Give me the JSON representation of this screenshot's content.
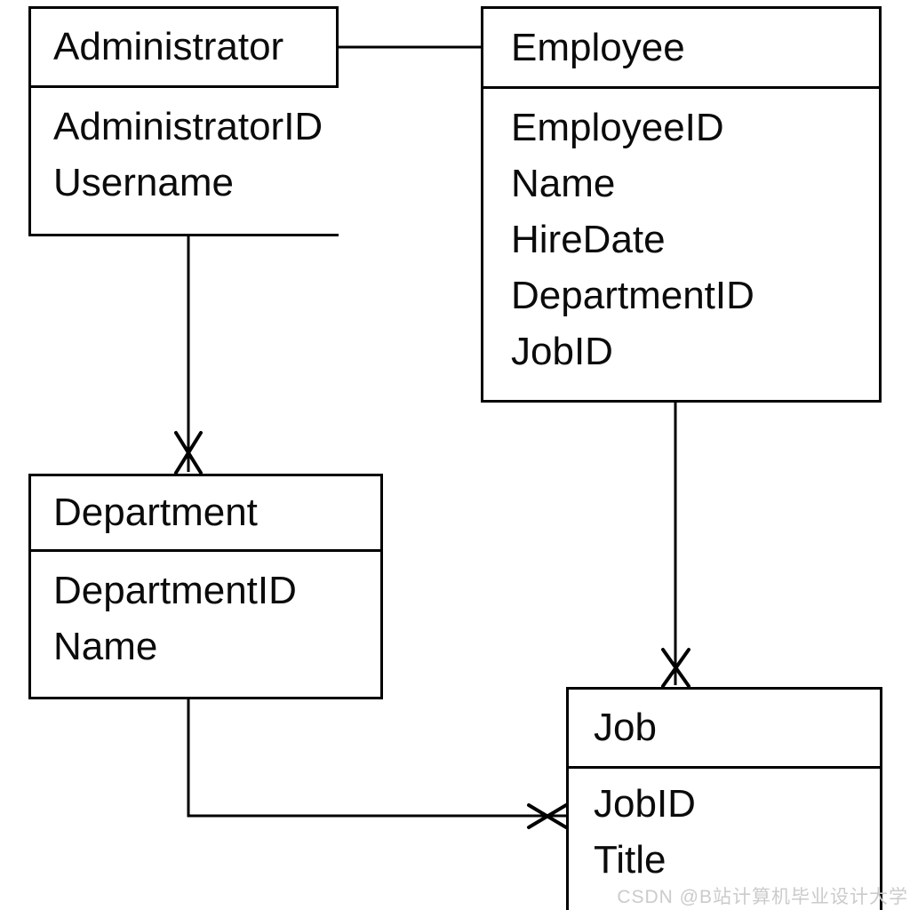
{
  "diagram": {
    "kind": "entity-relationship-diagram",
    "entities": [
      {
        "name": "Administrator",
        "attributes": [
          "AdministratorID",
          "Username"
        ]
      },
      {
        "name": "Employee",
        "attributes": [
          "EmployeeID",
          "Name",
          "HireDate",
          "DepartmentID",
          "JobID"
        ]
      },
      {
        "name": "Department",
        "attributes": [
          "DepartmentID",
          "Name"
        ]
      },
      {
        "name": "Job",
        "attributes": [
          "JobID",
          "Title"
        ]
      }
    ],
    "relationships": [
      {
        "from": "Administrator",
        "to": "Employee",
        "end_marker": "none"
      },
      {
        "from": "Administrator",
        "to": "Department",
        "end_marker": "x-crow-foot"
      },
      {
        "from": "Employee",
        "to": "Job",
        "end_marker": "x-crow-foot"
      },
      {
        "from": "Department",
        "to": "Job",
        "end_marker": "x-crow-foot"
      }
    ],
    "colors": {
      "background": "#ffffff",
      "line": "#000000",
      "text": "#0b0b0b",
      "watermark": "#cbcbcb"
    }
  },
  "watermark": {
    "text": "CSDN @B站计算机毕业设计大学"
  }
}
